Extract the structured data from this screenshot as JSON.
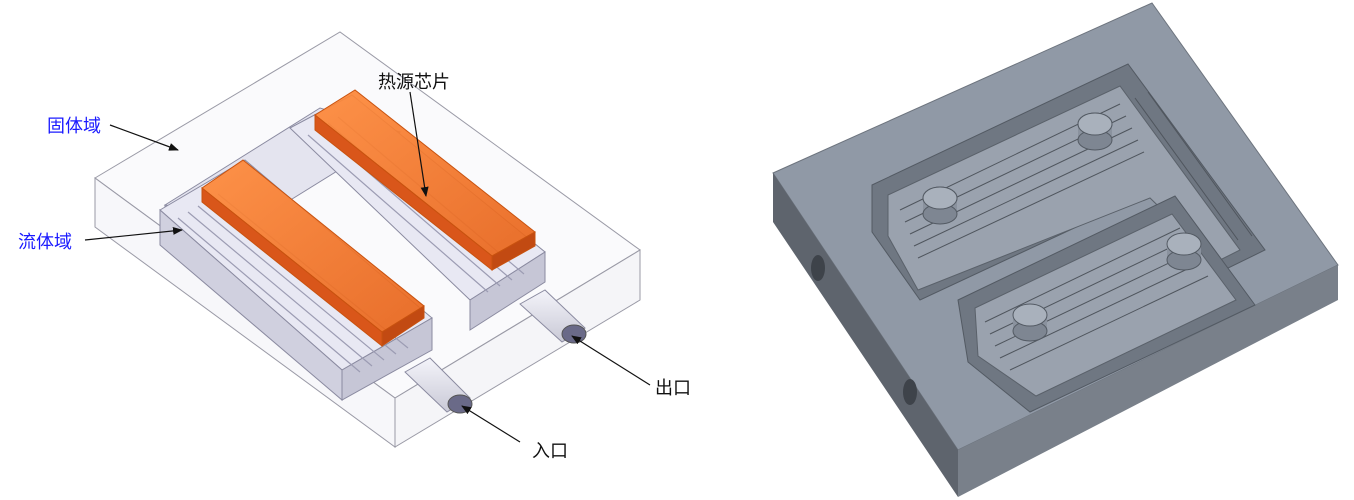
{
  "labels": {
    "solid_domain": "固体域",
    "fluid_domain": "流体域",
    "heat_chip": "热源芯片",
    "outlet": "出口",
    "inlet": "入口"
  },
  "colors": {
    "annotation_blue": "#1a1aff",
    "annotation_black": "#111111",
    "chip_orange": "#f47a2a",
    "fluid_fill": "#e6e6f2",
    "block_top": "#8f98a5",
    "block_front": "#5c636d",
    "block_side": "#747c87"
  }
}
